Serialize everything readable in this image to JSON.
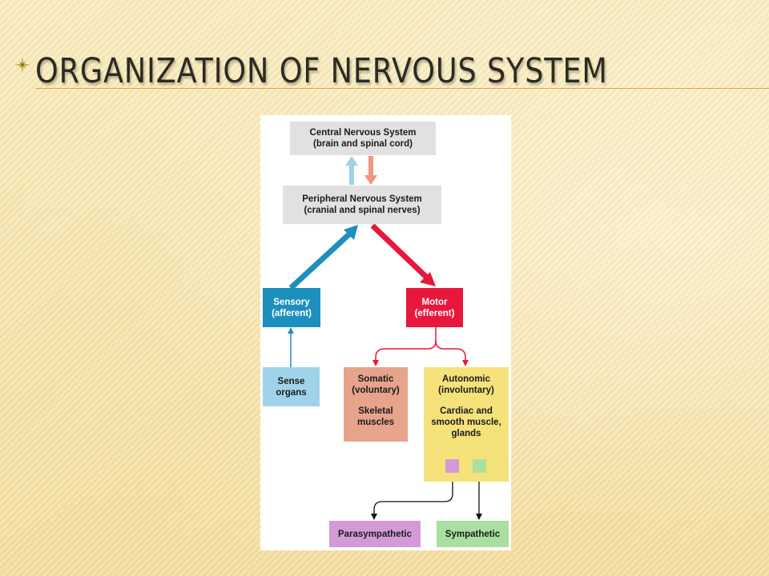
{
  "slide": {
    "bullet_icon": "star-bullet-icon",
    "title": "Organization of Nervous System"
  },
  "diagram": {
    "cns": {
      "line1": "Central Nervous System",
      "line2": "(brain and spinal cord)"
    },
    "pns": {
      "line1": "Peripheral Nervous System",
      "line2": "(cranial and spinal nerves)"
    },
    "sensory": {
      "line1": "Sensory",
      "line2": "(afferent)"
    },
    "motor": {
      "line1": "Motor",
      "line2": "(efferent)"
    },
    "sense_organs": {
      "line1": "Sense",
      "line2": "organs"
    },
    "somatic": {
      "line1": "Somatic",
      "line2": "(voluntary)",
      "line3": "Skeletal",
      "line4": "muscles"
    },
    "autonomic": {
      "line1": "Autonomic",
      "line2": "(involuntary)",
      "line3": "Cardiac and",
      "line4": "smooth muscle,",
      "line5": "glands"
    },
    "parasympathetic": "Parasympathetic",
    "sympathetic": "Sympathetic",
    "colors": {
      "sensory": "#1d8fbf",
      "sensory_light": "#9fd3ea",
      "motor": "#e8173c",
      "motor_light": "#f0957f",
      "somatic": "#e8a38c",
      "autonomic": "#f5e27a",
      "parasympathetic": "#d49ad8",
      "sympathetic": "#a9dfa0",
      "system_box": "#e1e1e1"
    }
  }
}
